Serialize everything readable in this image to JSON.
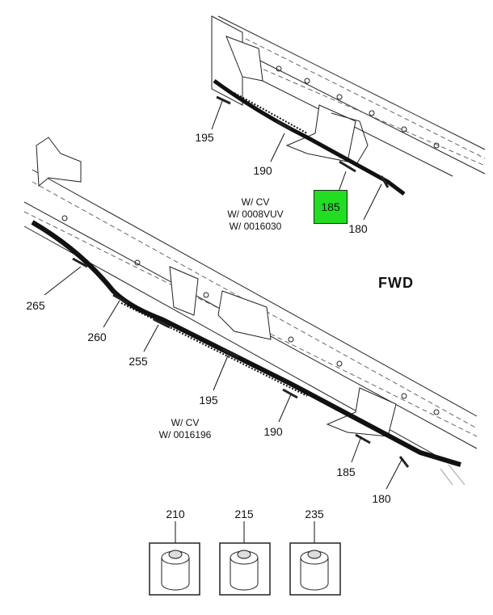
{
  "diagram": {
    "highlight_color": "#22dd22",
    "direction_label": "FWD",
    "upper_view": {
      "callouts": [
        "195",
        "190",
        "185",
        "180"
      ],
      "highlighted": "185",
      "note": [
        "W/ CV",
        "W/ 0008VUV",
        "W/ 0016030"
      ]
    },
    "lower_view": {
      "callouts": [
        "265",
        "260",
        "255",
        "195",
        "190",
        "185",
        "180"
      ],
      "note": [
        "W/ CV",
        "W/ 0016196"
      ]
    },
    "containers": [
      "210",
      "215",
      "235"
    ]
  }
}
